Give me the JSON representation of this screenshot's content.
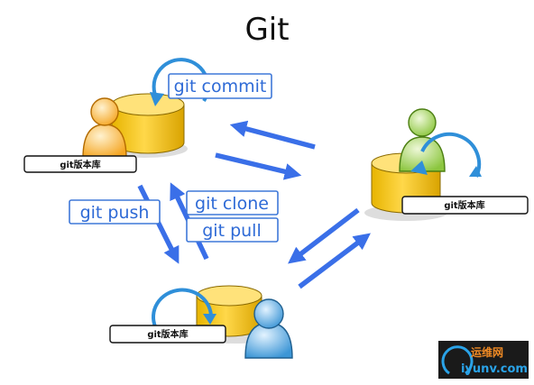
{
  "title": "Git",
  "commands": {
    "commit": "git commit",
    "clone": "git clone",
    "pull": "git pull",
    "push": "git push"
  },
  "repositories": {
    "top_left": "git版本库",
    "right": "git版本库",
    "bottom": "git版本库"
  },
  "watermark": {
    "line1": "运维网",
    "line2": "iyunv.com"
  },
  "colors": {
    "arrow": "#3a6fe8",
    "command_text": "#2e6ad6",
    "database": "#f2c200",
    "person_orange": "#f5a623",
    "person_green": "#8cc63f",
    "person_blue": "#4aa3df",
    "cycle_arrow": "#2f8fd9"
  }
}
